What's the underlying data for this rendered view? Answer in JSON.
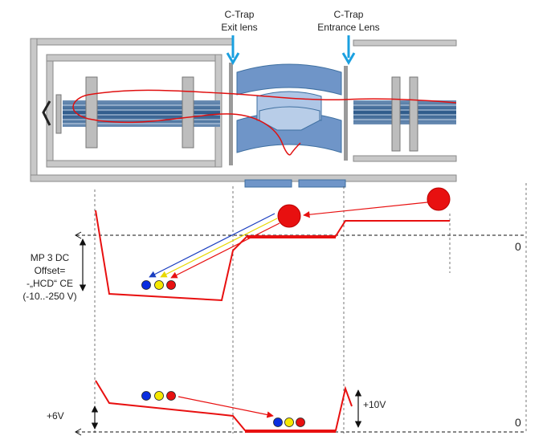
{
  "labels": {
    "exit_lens_line1": "C-Trap",
    "exit_lens_line2": "Exit lens",
    "entrance_lens_line1": "C-Trap",
    "entrance_lens_line2": "Entrance Lens",
    "offset_line1": "MP 3 DC",
    "offset_line2": "Offset=",
    "offset_line3": "-„HCD“ CE",
    "offset_line4": "(-10..-250 V)",
    "zero_upper": "0",
    "zero_lower": "0",
    "plus6": "+6V",
    "plus10": "+10V"
  },
  "colors": {
    "potential": "#e81010",
    "arrow_blue_icon": "#1a5fd0",
    "ion_blue": "#0a2ee0",
    "ion_yellow": "#f5e800",
    "ion_red": "#e81010",
    "lens_arrow": "#1aa0e0",
    "apparatus_frame": "#9a9a9a",
    "rod_blue": "#3e6fa0",
    "trap_blue": "#6f95c8",
    "trap_blue_light": "#aec6e6"
  }
}
